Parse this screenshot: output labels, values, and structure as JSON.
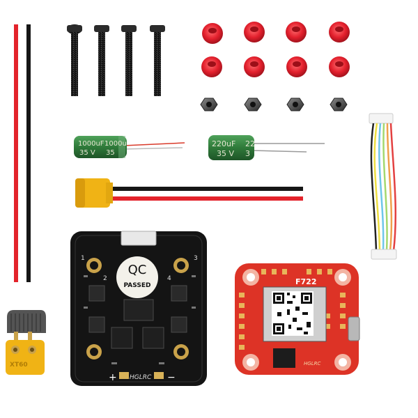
{
  "capacitor_large": {
    "cap": "1000uF",
    "cap_rep": "1000u",
    "volt": "35 V",
    "volt_rep": "35"
  },
  "capacitor_small": {
    "cap": "220uF",
    "cap_rep": "22",
    "volt": "35 V",
    "volt_rep": "3"
  },
  "esc_board": {
    "brand": "HGLRC",
    "qc_top": "QC",
    "qc_bottom": "PASSED",
    "motor_labels": [
      "1",
      "2",
      "3",
      "4"
    ],
    "plus": "+",
    "minus": "−"
  },
  "fc_board": {
    "model": "F722",
    "brand": "HGLRC"
  },
  "connector_xt60": {
    "marking": "XT60"
  },
  "colors": {
    "wire_red": "#e3232b",
    "wire_black": "#161616",
    "xt_yellow": "#f0b315",
    "grommet_red": "#e3202d",
    "esc_board": "#141414",
    "fc_board": "#dd3326",
    "capacitor": "#2f7a3a"
  }
}
